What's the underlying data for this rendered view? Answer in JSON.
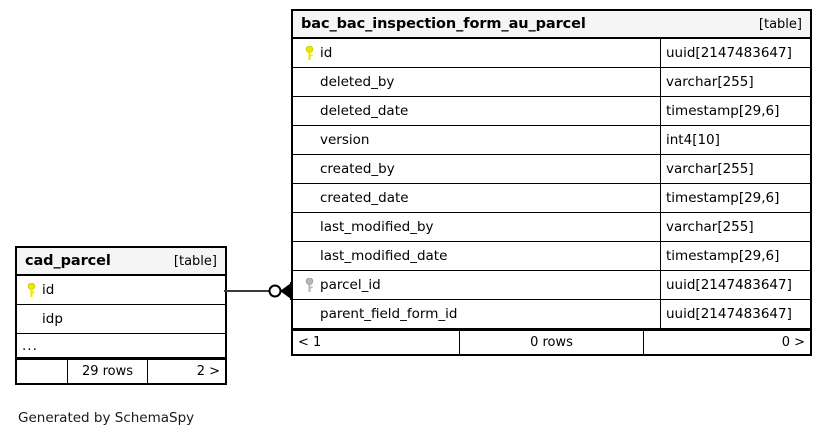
{
  "diagram": {
    "kind": "schemaspy-er-diagram",
    "credit": "Generated by SchemaSpy",
    "background": "#ffffff",
    "border_color": "#000000",
    "header_background": "#f5f5f5",
    "primary_key_color": "#e8e800",
    "foreign_key_color": "#b0b0b0"
  },
  "parent_table": {
    "name": "cad_parcel",
    "tag": "[table]",
    "columns": [
      {
        "name": "id",
        "key": "primary-key",
        "type": ""
      },
      {
        "name": "idp",
        "key": "none",
        "type": ""
      }
    ],
    "truncated_indicator": "...",
    "footer": {
      "prev": "",
      "rows": "29 rows",
      "next": "2 >"
    }
  },
  "child_table": {
    "name": "bac_bac_inspection_form_au_parcel",
    "tag": "[table]",
    "columns": [
      {
        "name": "id",
        "key": "primary-key",
        "type": "uuid[2147483647]"
      },
      {
        "name": "deleted_by",
        "key": "none",
        "type": "varchar[255]"
      },
      {
        "name": "deleted_date",
        "key": "none",
        "type": "timestamp[29,6]"
      },
      {
        "name": "version",
        "key": "none",
        "type": "int4[10]"
      },
      {
        "name": "created_by",
        "key": "none",
        "type": "varchar[255]"
      },
      {
        "name": "created_date",
        "key": "none",
        "type": "timestamp[29,6]"
      },
      {
        "name": "last_modified_by",
        "key": "none",
        "type": "varchar[255]"
      },
      {
        "name": "last_modified_date",
        "key": "none",
        "type": "timestamp[29,6]"
      },
      {
        "name": "parcel_id",
        "key": "foreign-key",
        "type": "uuid[2147483647]"
      },
      {
        "name": "parent_field_form_id",
        "key": "none",
        "type": "uuid[2147483647]"
      }
    ],
    "footer": {
      "prev": "< 1",
      "rows": "0 rows",
      "next": "0 >"
    }
  },
  "relationship": {
    "from_table": "cad_parcel",
    "from_column": "id",
    "to_table": "bac_bac_inspection_form_au_parcel",
    "to_column": "parcel_id",
    "from_cardinality": "zero-or-one",
    "to_cardinality": "many"
  }
}
